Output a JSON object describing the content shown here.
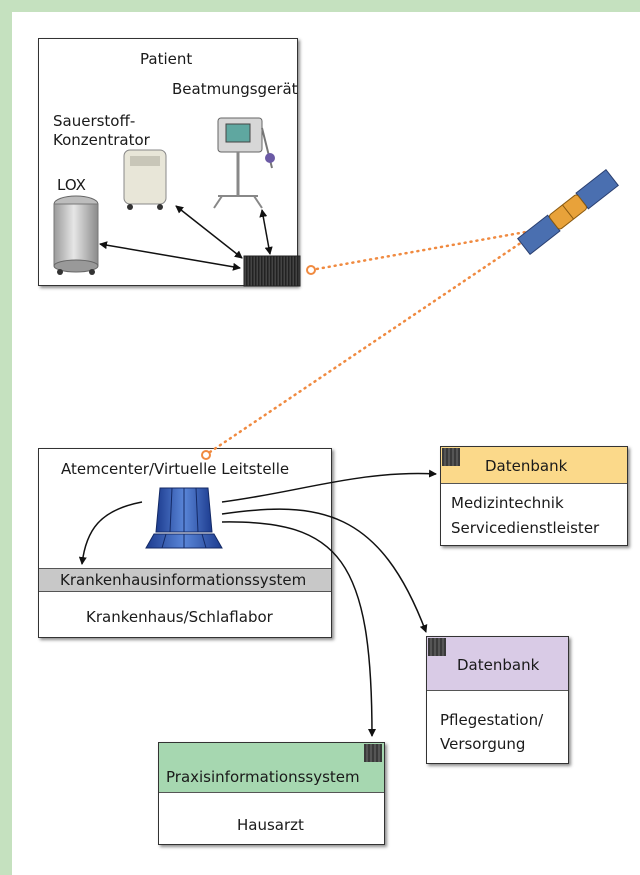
{
  "patient_box": {
    "title": "Patient",
    "devices": {
      "ventilator": "Beatmungsgerät",
      "concentrator_line1": "Sauerstoff-",
      "concentrator_line2": "Konzentrator",
      "lox": "LOX"
    }
  },
  "atemcenter": {
    "title": "Atemcenter/Virtuelle Leitstelle",
    "kis_label": "Krankenhausinformationssystem",
    "hospital_label": "Krankenhaus/Schlaflabor"
  },
  "medtech_db": {
    "header": "Datenbank",
    "line1": "Medizintechnik",
    "line2": "Servicedienstleister"
  },
  "care_db": {
    "header": "Datenbank",
    "line1": "Pflegestation/",
    "line2": "Versorgung"
  },
  "practice": {
    "header": "Praxisinformationssystem",
    "label": "Hausarzt"
  },
  "colors": {
    "frame": "#c5e1bf",
    "medtech_header": "#fbd98a",
    "care_header": "#d9cbe6",
    "practice_header": "#a6d7b0",
    "kis_band": "#c8c8c8",
    "wireless_link": "#f08a40"
  }
}
